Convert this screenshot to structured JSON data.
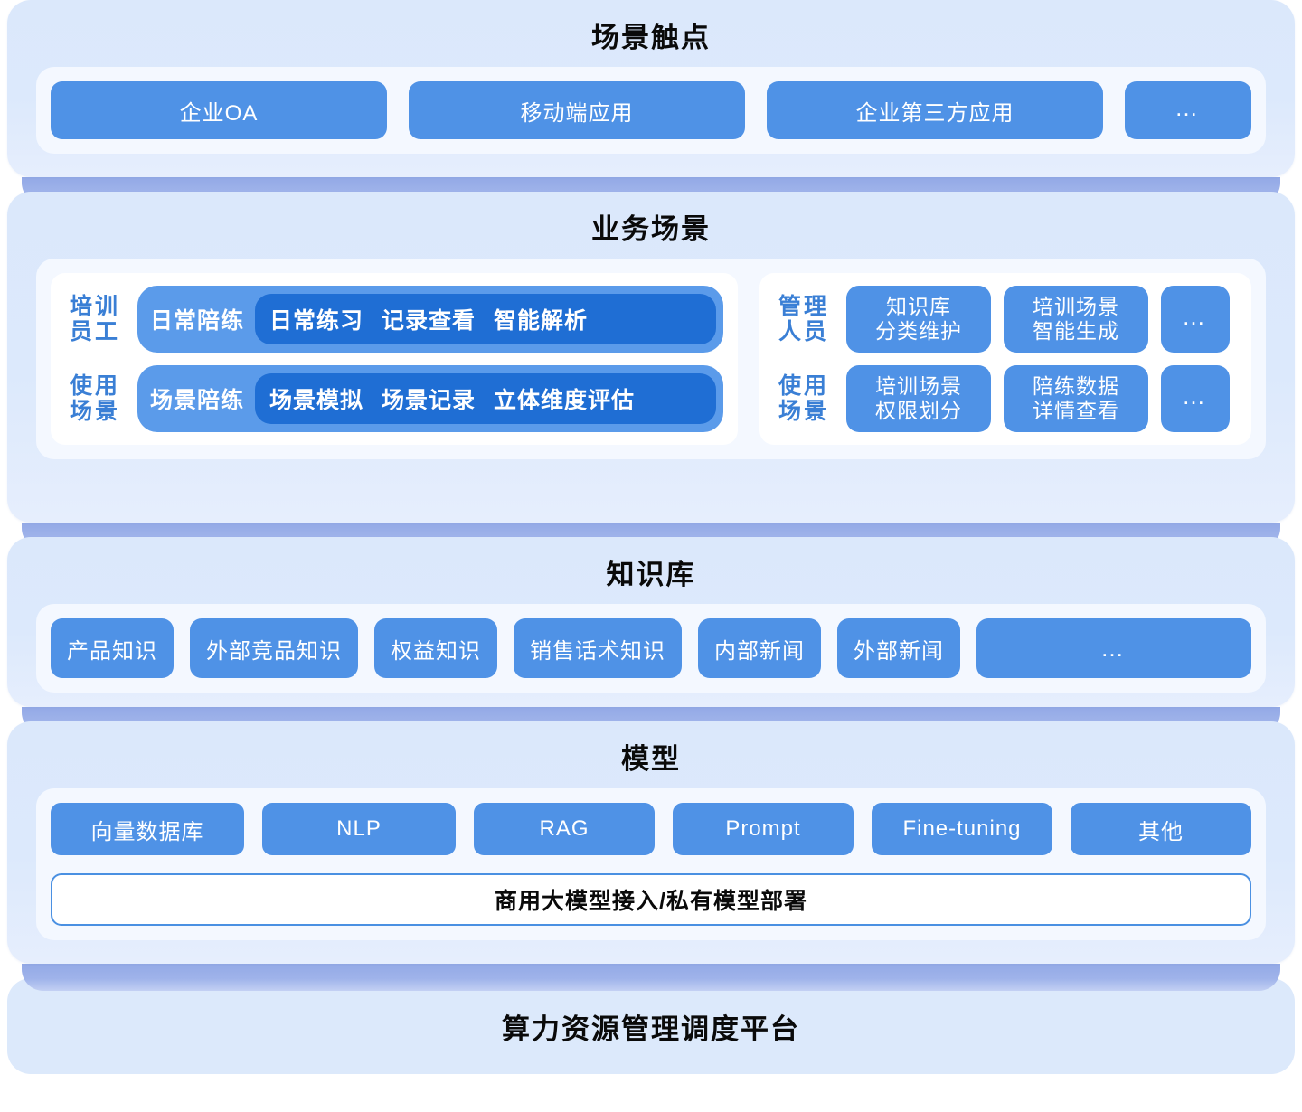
{
  "layers": [
    {
      "id": "scene-touchpoints",
      "title": "场景触点",
      "items": [
        {
          "label": "企业OA"
        },
        {
          "label": "移动端应用"
        },
        {
          "label": "企业第三方应用"
        },
        {
          "label": "…"
        }
      ]
    },
    {
      "id": "business-scenarios",
      "title": "业务场景",
      "left": {
        "rows": [
          {
            "label_line1": "培训",
            "label_line2": "员工",
            "head": "日常陪练",
            "inner": [
              "日常练习",
              "记录查看",
              "智能解析"
            ]
          },
          {
            "label_line1": "使用",
            "label_line2": "场景",
            "head": "场景陪练",
            "inner": [
              "场景模拟",
              "场景记录",
              "立体维度评估"
            ]
          }
        ]
      },
      "right": {
        "rows": [
          {
            "label_line1": "管理",
            "label_line2": "人员",
            "chips": [
              {
                "line1": "知识库",
                "line2": "分类维护"
              },
              {
                "line1": "培训场景",
                "line2": "智能生成"
              }
            ],
            "more": "…"
          },
          {
            "label_line1": "使用",
            "label_line2": "场景",
            "chips": [
              {
                "line1": "培训场景",
                "line2": "权限划分"
              },
              {
                "line1": "陪练数据",
                "line2": "详情查看"
              }
            ],
            "more": "…"
          }
        ]
      }
    },
    {
      "id": "knowledge-base",
      "title": "知识库",
      "items": [
        {
          "label": "产品知识"
        },
        {
          "label": "外部竞品知识"
        },
        {
          "label": "权益知识"
        },
        {
          "label": "销售话术知识"
        },
        {
          "label": "内部新闻"
        },
        {
          "label": "外部新闻"
        },
        {
          "label": "…"
        }
      ]
    },
    {
      "id": "model",
      "title": "模型",
      "items": [
        {
          "label": "向量数据库"
        },
        {
          "label": "NLP"
        },
        {
          "label": "RAG"
        },
        {
          "label": "Prompt"
        },
        {
          "label": "Fine-tuning"
        },
        {
          "label": "其他"
        }
      ],
      "bar_label": "商用大模型接入/私有模型部署"
    },
    {
      "id": "compute-platform",
      "title": "算力资源管理调度平台"
    }
  ],
  "colors": {
    "panel_bg": "#dce9fb",
    "inner_card_bg": "#f4f8ff",
    "sub_card_bg": "#ffffff",
    "chip_blue": "#4f92e6",
    "pill_outer_blue": "#5b9bea",
    "pill_inner_blue": "#1f6ed4",
    "shadow_band": "#93a9e6",
    "label_blue": "#3a7fd5",
    "title_black": "#0a0a0a",
    "border_blue": "#4a90e2"
  }
}
